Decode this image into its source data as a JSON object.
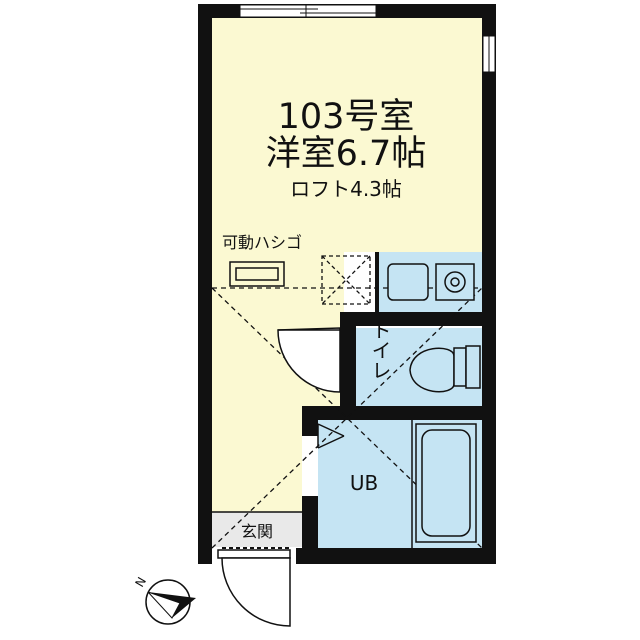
{
  "room": {
    "number": "103号室",
    "western_room": "洋室6.7帖",
    "loft": "ロフト4.3帖"
  },
  "labels": {
    "movable_ladder": "可動ハシゴ",
    "toilet": "トイレ",
    "unit_bath": "UB",
    "entrance": "玄関",
    "north": "N"
  },
  "colors": {
    "room_fill": "#fbf9d2",
    "wet_fill": "#c5e4f3",
    "entrance_fill": "#e9e9e9",
    "wall": "#111111"
  }
}
